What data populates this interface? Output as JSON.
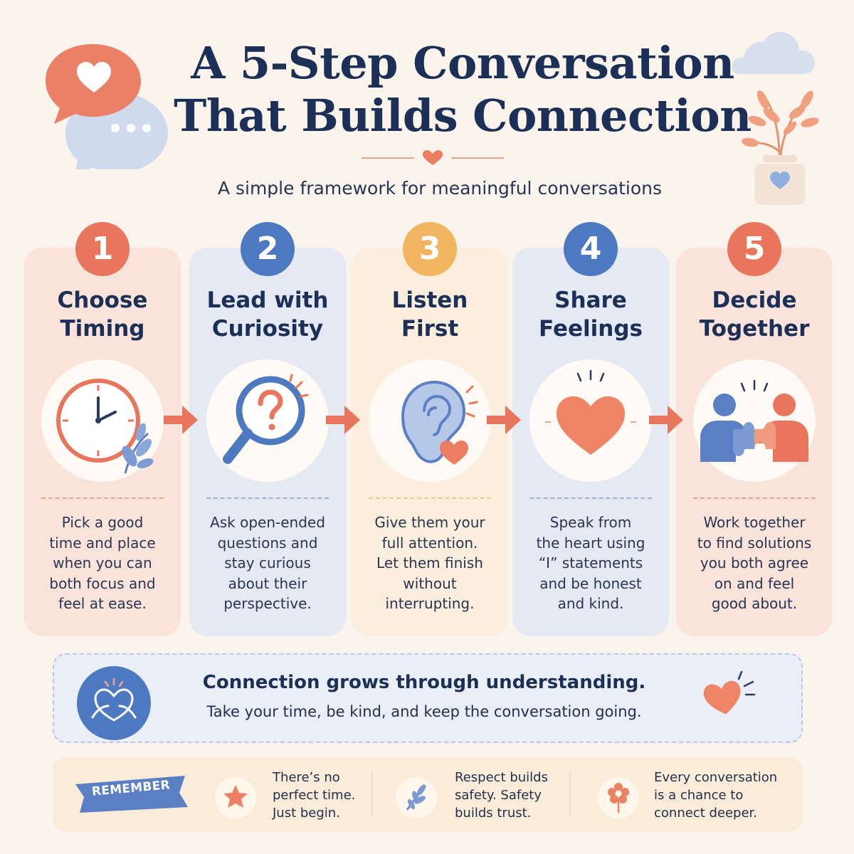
{
  "header": {
    "title_lines": [
      "A 5-Step Conversation",
      "That Builds Connection"
    ],
    "subtitle": "A simple framework for meaningful conversations"
  },
  "steps": [
    {
      "number": "1",
      "color": "#e8765c",
      "title_lines": [
        "Choose",
        "Timing"
      ],
      "icon": "clock-icon",
      "desc_lines": [
        "Pick a good",
        "time and place",
        "when you can",
        "both focus and",
        "feel at ease."
      ]
    },
    {
      "number": "2",
      "color": "#4d79c1",
      "title_lines": [
        "Lead with",
        "Curiosity"
      ],
      "icon": "magnifying-glass-question-icon",
      "desc_lines": [
        "Ask open-ended",
        "questions and",
        "stay curious",
        "about their",
        "perspective."
      ]
    },
    {
      "number": "3",
      "color": "#f2b55f",
      "title_lines": [
        "Listen",
        "First"
      ],
      "icon": "ear-icon",
      "desc_lines": [
        "Give them your",
        "full attention.",
        "Let them finish",
        "without",
        "interrupting."
      ]
    },
    {
      "number": "4",
      "color": "#4d79c1",
      "title_lines": [
        "Share",
        "Feelings"
      ],
      "icon": "heart-icon",
      "desc_lines": [
        "Speak from",
        "the heart using",
        "“I” statements",
        "and be honest",
        "and kind."
      ]
    },
    {
      "number": "5",
      "color": "#e8765c",
      "title_lines": [
        "Decide",
        "Together"
      ],
      "icon": "puzzle-people-icon",
      "desc_lines": [
        "Work together",
        "to find solutions",
        "you both agree",
        "on and feel",
        "good about."
      ]
    }
  ],
  "banner": {
    "title": "Connection grows through understanding.",
    "subtitle": "Take your time, be kind, and keep the conversation going."
  },
  "reminder": {
    "label": "REMEMBER",
    "tips": [
      {
        "icon": "star-icon",
        "lines": [
          "There’s no",
          "perfect time.",
          "Just begin."
        ]
      },
      {
        "icon": "leaf-icon",
        "lines": [
          "Respect builds",
          "safety. Safety",
          "builds trust."
        ]
      },
      {
        "icon": "flower-icon",
        "lines": [
          "Every conversation",
          "is a chance to",
          "connect deeper."
        ]
      }
    ]
  },
  "colors": {
    "coral": "#e8765c",
    "blue": "#4d79c1",
    "gold": "#f2b55f",
    "navy": "#1c2f57",
    "background": "#fbf4ec"
  }
}
